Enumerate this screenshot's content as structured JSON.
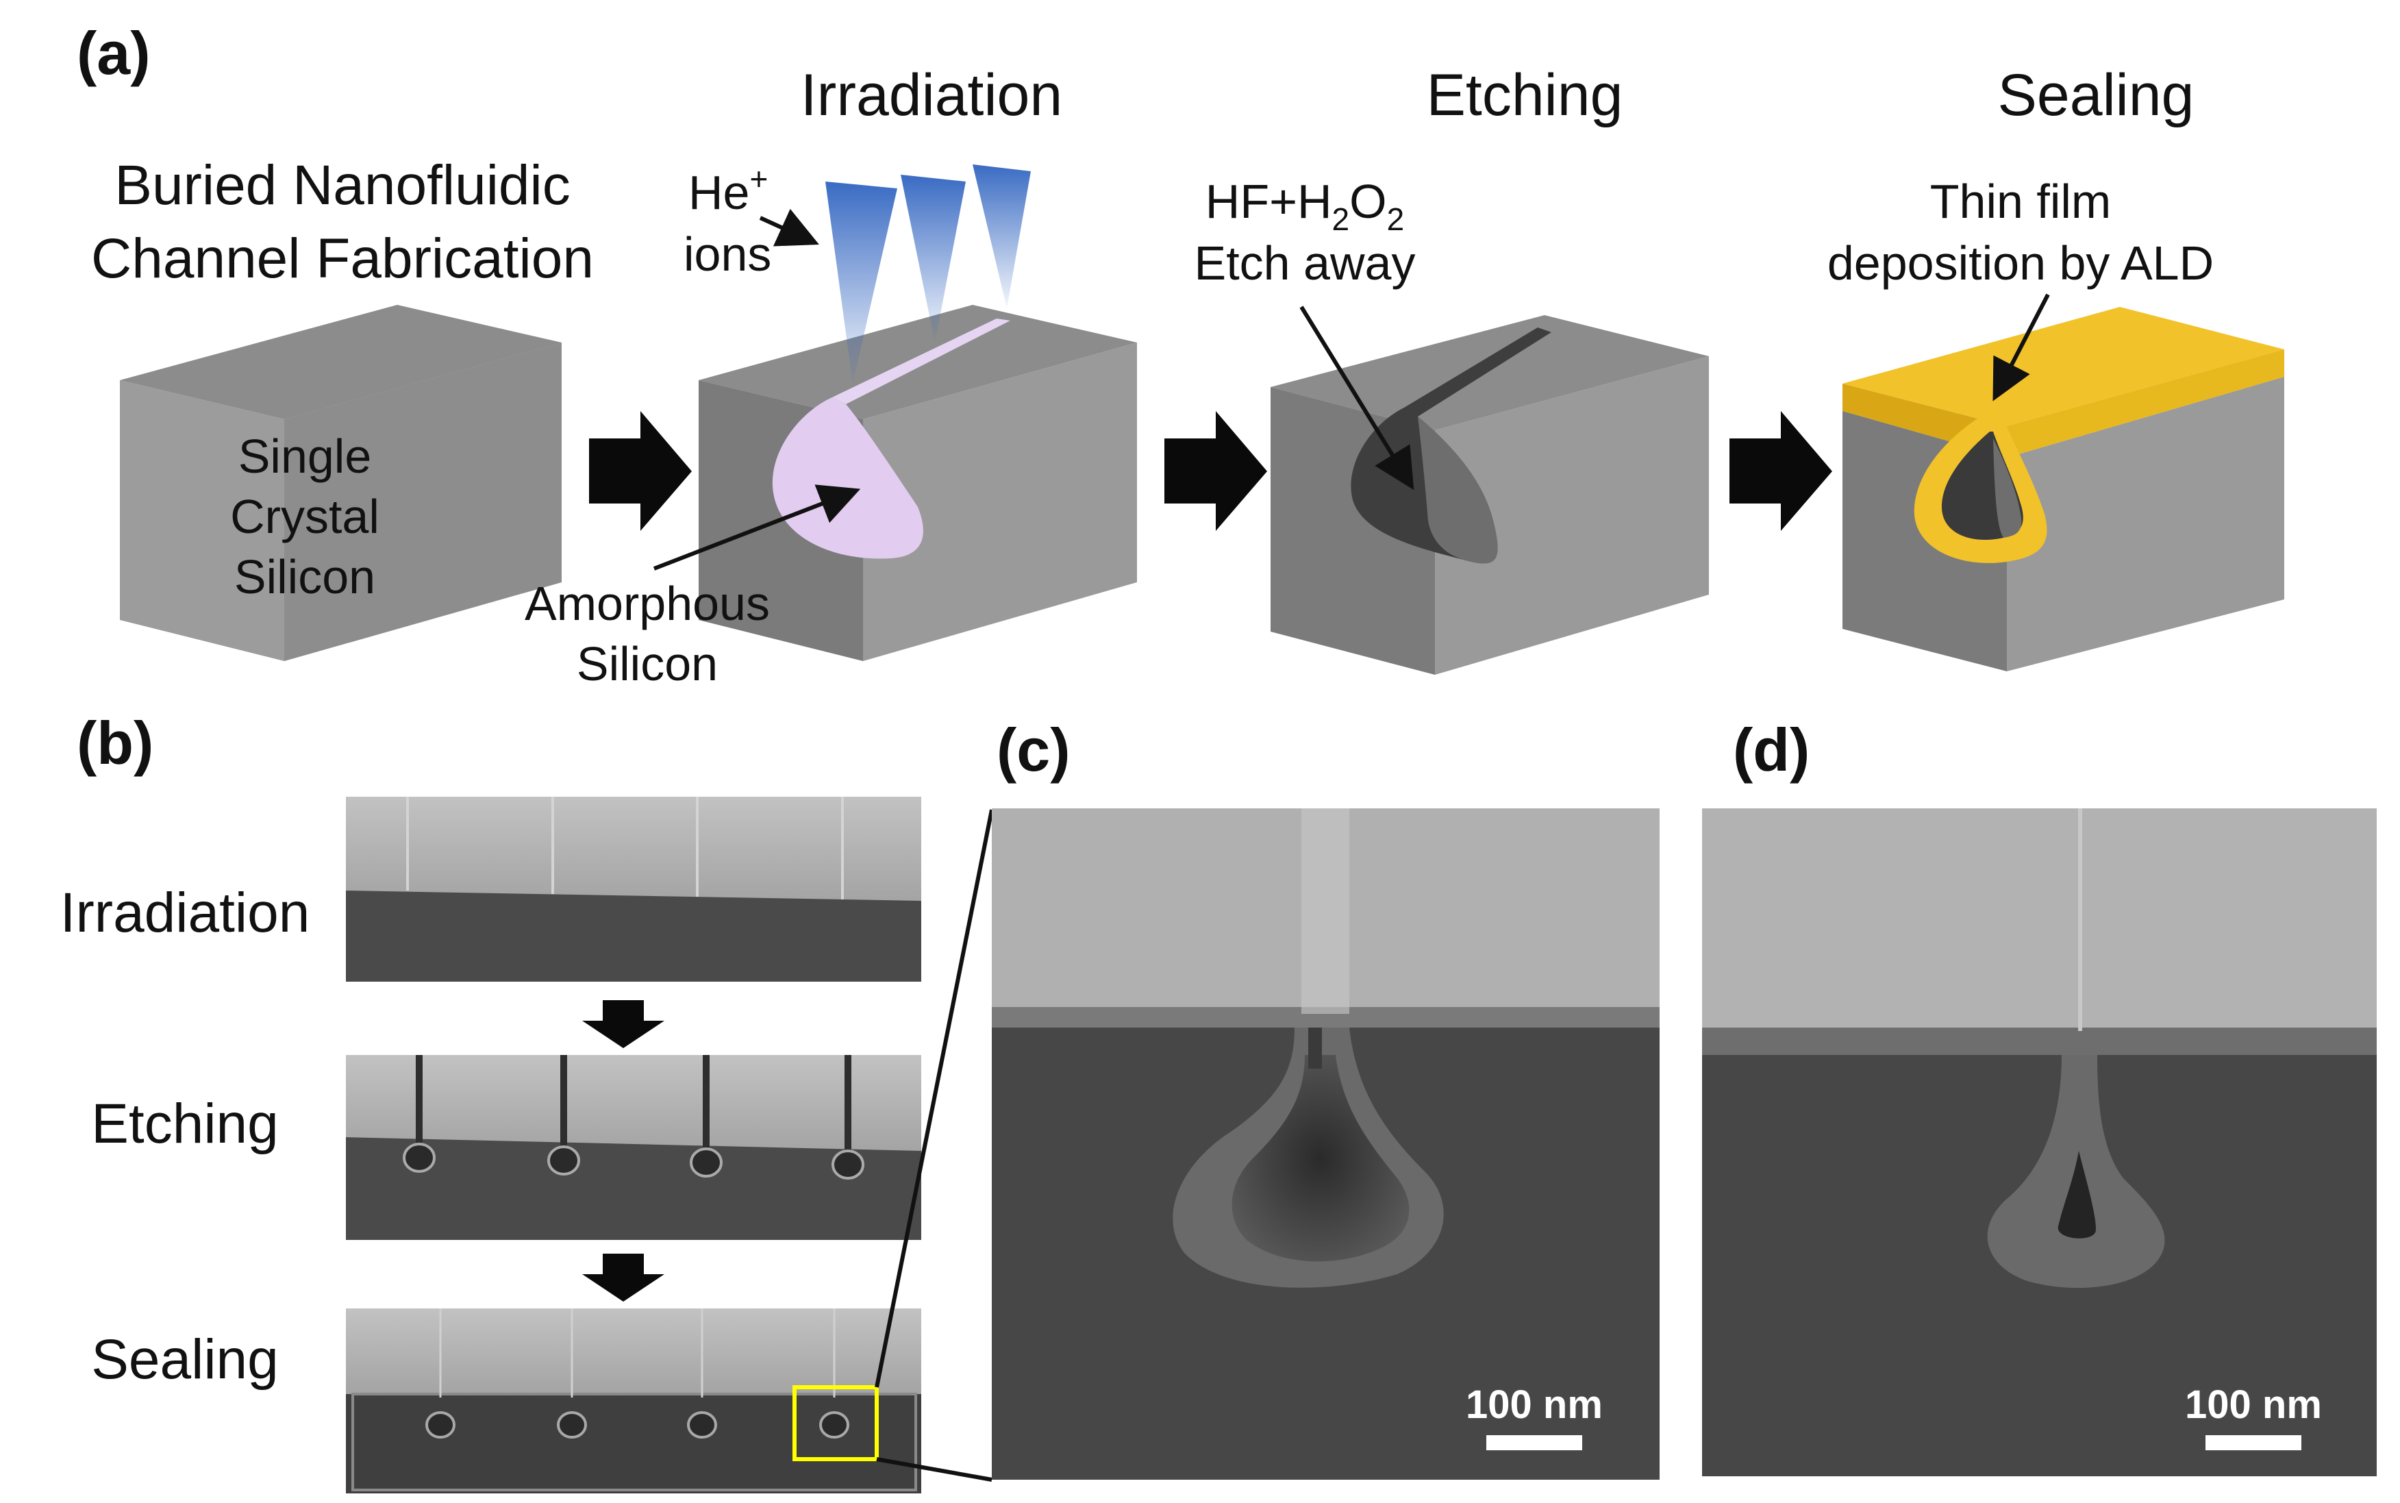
{
  "panels": {
    "a": {
      "letter": "(a)",
      "intro_line1": "Buried Nanofluidic",
      "intro_line2": "Channel Fabrication",
      "block1_line1": "Single",
      "block1_line2": "Crystal",
      "block1_line3": "Silicon",
      "steps": [
        {
          "title": "Irradiation"
        },
        {
          "title": "Etching"
        },
        {
          "title": "Sealing"
        }
      ],
      "ions_he": "He",
      "ions_sup": "+",
      "ions_word": "ions",
      "amorphous_line1": "Amorphous",
      "amorphous_line2": "Silicon",
      "etchant_hf": "HF+H",
      "etchant_sub1": "2",
      "etchant_o": "O",
      "etchant_sub2": "2",
      "etch_away": "Etch away",
      "ald_line1": "Thin film",
      "ald_line2": "deposition by ALD"
    },
    "b": {
      "letter": "(b)",
      "rows": [
        {
          "label": "Irradiation"
        },
        {
          "label": "Etching"
        },
        {
          "label": "Sealing"
        }
      ]
    },
    "c": {
      "letter": "(c)",
      "scale": "100 nm"
    },
    "d": {
      "letter": "(d)",
      "scale": "100 nm"
    }
  },
  "colors": {
    "silicon_top": "#8a8a8a",
    "silicon_front": "#9a9a9a",
    "silicon_side": "#6e6e6e",
    "amorphous": "#e6d5f2",
    "ion_beam": "#3b6fc4",
    "ald_film": "#f2c22a",
    "highlight_box": "#ffff00"
  }
}
